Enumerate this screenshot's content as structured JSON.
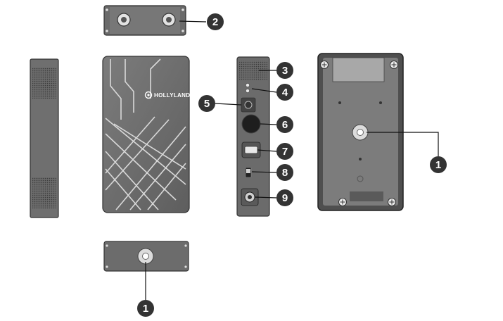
{
  "brand": "HOLLYLAND",
  "colors": {
    "body_dark": "#555555",
    "body_mid": "#6e6e6e",
    "body_light": "#8c8c8c",
    "panel": "#7a7a7a",
    "callout": "#333333",
    "line": "#111111",
    "accent_white": "#e8e8e8"
  },
  "callouts": {
    "c1_bottom": "1",
    "c2": "2",
    "c3": "3",
    "c4": "4",
    "c5": "5",
    "c6": "6",
    "c7": "7",
    "c8": "8",
    "c9": "9",
    "c1_back": "1"
  }
}
